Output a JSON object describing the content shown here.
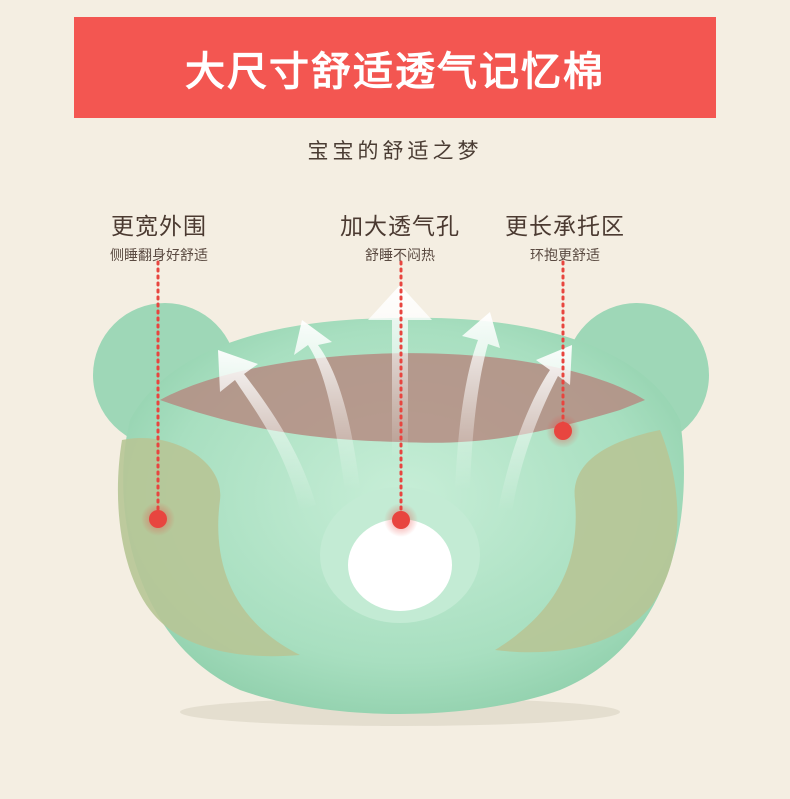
{
  "banner": {
    "title": "大尺寸舒适透气记忆棉"
  },
  "subtitle": "宝宝的舒适之梦",
  "features": [
    {
      "title": "更宽外围",
      "desc": "侧睡翻身好舒适"
    },
    {
      "title": "加大透气孔",
      "desc": "舒睡不闷热"
    },
    {
      "title": "更长承托区",
      "desc": "环抱更舒适"
    }
  ],
  "colors": {
    "banner": "#f35651",
    "background": "#f4eee2",
    "pillow": "#a6dcbd",
    "support_band": "#b58c82",
    "side_pad": "#b7c596",
    "marker": "#e8453f"
  }
}
